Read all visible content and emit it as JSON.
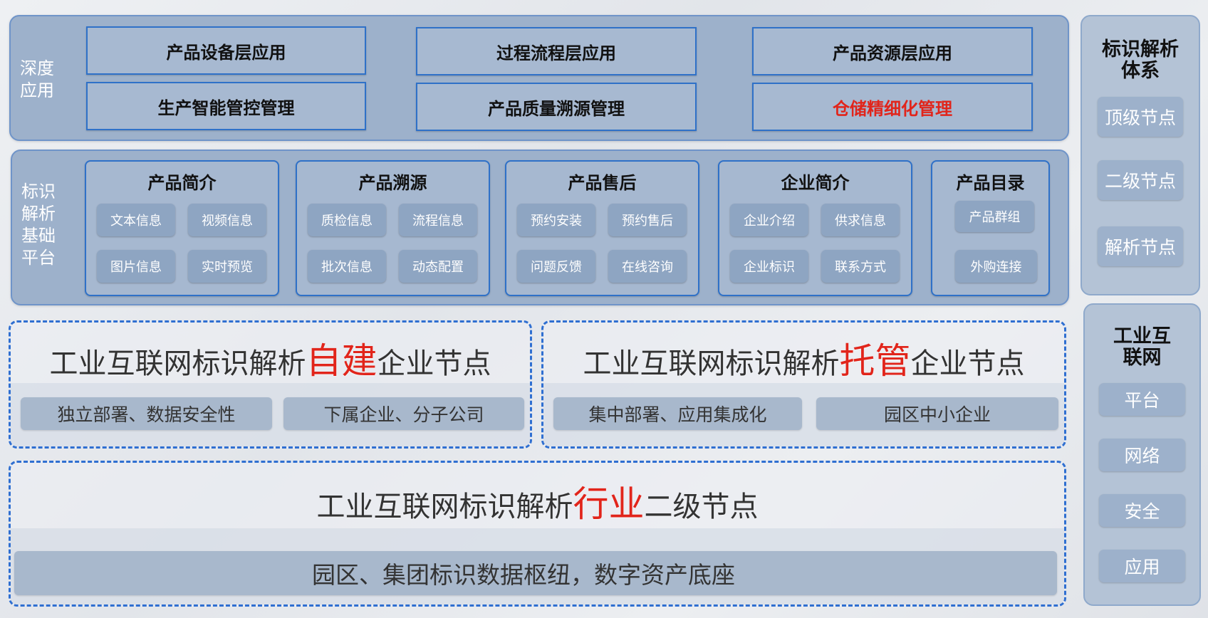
{
  "deep_app": {
    "label": "深度\n应用",
    "boxes": [
      {
        "text": "产品设备层应用"
      },
      {
        "text": "过程流程层应用"
      },
      {
        "text": "产品资源层应用"
      },
      {
        "text": "生产智能管控管理"
      },
      {
        "text": "产品质量溯源管理"
      },
      {
        "text": "仓储精细化管理",
        "color": "#e1251b"
      }
    ]
  },
  "platform": {
    "label": "标识\n解析\n基础\n平台",
    "groups": [
      {
        "title": "产品简介",
        "items": [
          "文本信息",
          "视频信息",
          "图片信息",
          "实时预览"
        ]
      },
      {
        "title": "产品溯源",
        "items": [
          "质检信息",
          "流程信息",
          "批次信息",
          "动态配置"
        ]
      },
      {
        "title": "产品售后",
        "items": [
          "预约安装",
          "预约售后",
          "问题反馈",
          "在线咨询"
        ]
      },
      {
        "title": "企业简介",
        "items": [
          "企业介绍",
          "供求信息",
          "企业标识",
          "联系方式"
        ]
      },
      {
        "title": "产品目录",
        "items": [
          "产品群组",
          "外购连接"
        ]
      }
    ]
  },
  "self_built": {
    "title_pre": "工业互联网标识解析",
    "title_hl": "自建",
    "title_post": "企业节点",
    "pills": [
      "独立部署、数据安全性",
      "下属企业、分子公司"
    ]
  },
  "hosted": {
    "title_pre": "工业互联网标识解析",
    "title_hl": "托管",
    "title_post": "企业节点",
    "pills": [
      "集中部署、应用集成化",
      "园区中小企业"
    ]
  },
  "industry": {
    "title_pre": "工业互联网标识解析",
    "title_hl": "行业",
    "title_post": "二级节点",
    "bar": "园区、集团标识数据枢纽，数字资产底座"
  },
  "resolution_system": {
    "title": "标识解析\n体系",
    "nodes": [
      "顶级节点",
      "二级节点",
      "解析节点"
    ]
  },
  "industrial_internet": {
    "title": "工业互\n联网",
    "nodes": [
      "平台",
      "网络",
      "安全",
      "应用"
    ]
  },
  "colors": {
    "accent_red": "#e1251b",
    "border_blue": "#2f71c8",
    "panel_blue": "#9db1cb"
  }
}
